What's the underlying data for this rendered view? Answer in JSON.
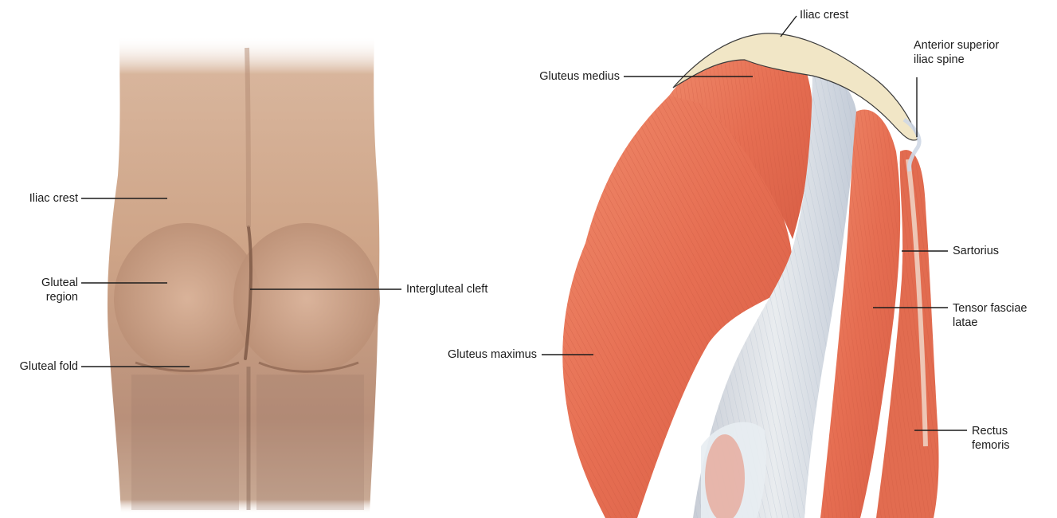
{
  "figure_left": {
    "labels": {
      "iliac_crest": "Iliac crest",
      "gluteal_region": [
        "Gluteal",
        "region"
      ],
      "gluteal_fold": "Gluteal fold",
      "intergluteal_cleft": "Intergluteal cleft"
    }
  },
  "figure_right": {
    "labels": {
      "iliac_crest": "Iliac crest",
      "asis": [
        "Anterior superior",
        "iliac spine"
      ],
      "gluteus_medius": "Gluteus medius",
      "gluteus_maximus": "Gluteus maximus",
      "sartorius": "Sartorius",
      "tensor_fasciae_latae": [
        "Tensor fasciae",
        "latae"
      ],
      "rectus_femoris": [
        "Rectus",
        "femoris"
      ]
    }
  },
  "colors": {
    "skin": "#caa184",
    "muscle": "#e8785a",
    "fascia": "#d9dde2",
    "bone": "#f1e6c6",
    "leader_line": "#1c1c1c"
  }
}
